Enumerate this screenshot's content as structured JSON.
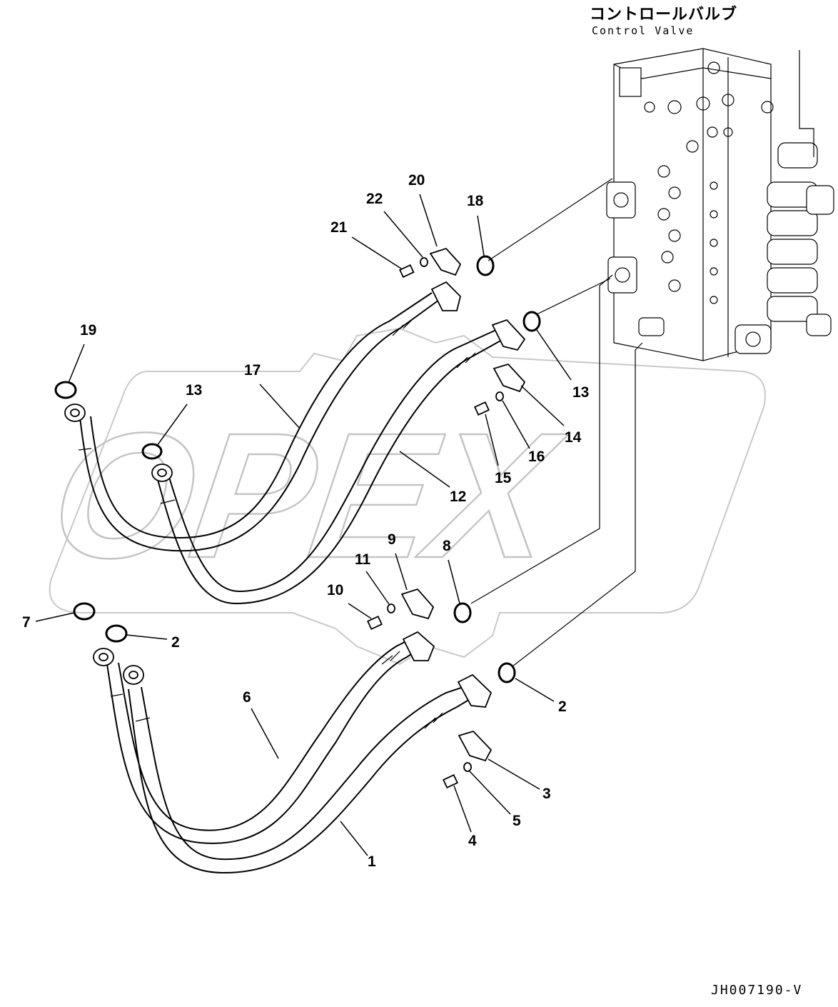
{
  "title": {
    "jp": "コントロールバルブ",
    "en": "Control Valve"
  },
  "drawing_number": "JH007190-V",
  "watermark": "OPEX",
  "callouts": [
    "19",
    "13",
    "17",
    "21",
    "22",
    "20",
    "18",
    "13",
    "14",
    "16",
    "15",
    "12",
    "9",
    "8",
    "11",
    "10",
    "7",
    "2",
    "6",
    "2",
    "3",
    "5",
    "4",
    "1"
  ],
  "icons": [
    "control-valve-icon",
    "hose-icon",
    "o-ring-icon",
    "split-flange-icon",
    "bolt-icon",
    "washer-icon"
  ]
}
